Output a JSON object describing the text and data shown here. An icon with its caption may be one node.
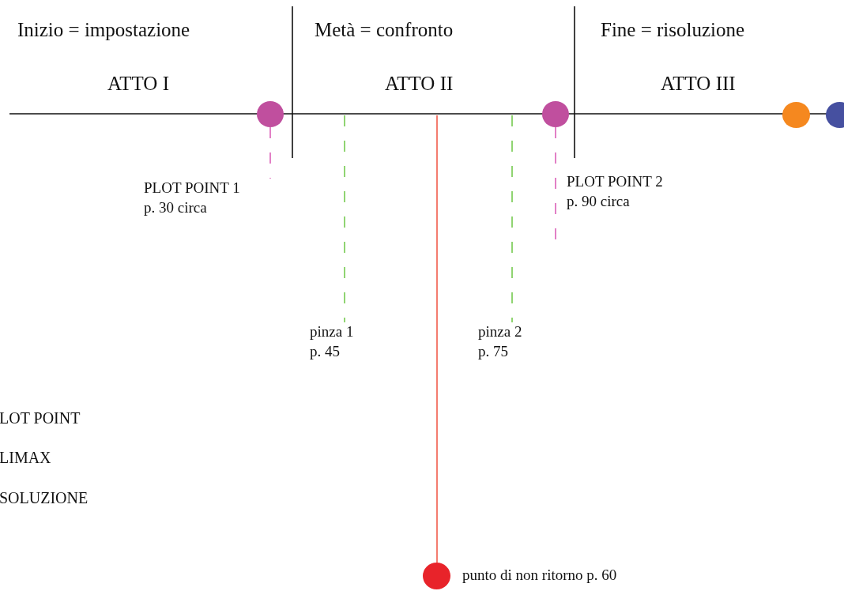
{
  "diagram": {
    "nodes": [
      {
        "text": [
          "PLOT POINT 1 p. 30 circa"
        ]
      },
      {
        "text": [],
        "shape": "circle"
      },
      {
        "text": [
          "PLOT POINT 2 p. 90 circa"
        ]
      },
      {
        "text": [],
        "shape": "circle"
      },
      {
        "text": [
          "pinza 1 p. 45"
        ]
      },
      {
        "text": [
          "pinza 2 p. 75"
        ]
      },
      {
        "text": [],
        "shape": "circle"
      },
      {
        "text": [],
        "shape": "circle"
      },
      {
        "text": [
          "punto di non ritorno p. 60"
        ]
      },
      {
        "text": [],
        "shape": "circle"
      }
    ],
    "edges": [
      {
        "from": 1,
        "to": 0,
        "arrow": "none",
        "style": "dashed",
        "color": "#d957b4"
      },
      {
        "from": 3,
        "to": 2,
        "arrow": "none",
        "style": "dashed",
        "color": "#d957b4"
      },
      {
        "from": null,
        "to": 4,
        "arrow": "none",
        "style": "dashed",
        "color": "#6cc644"
      },
      {
        "from": null,
        "to": 5,
        "arrow": "none",
        "style": "dashed",
        "color": "#6cc644"
      },
      {
        "from": null,
        "to": 9,
        "arrow": "none",
        "color": "#f0513f"
      }
    ],
    "labels": [
      "Inizio = impostazione",
      "Metà = confronto",
      "Fine = risoluzione",
      "ATTO I",
      "ATTO II",
      "ATTO III",
      "LOT POINT",
      "LIMAX",
      "SOLUZIONE"
    ]
  }
}
